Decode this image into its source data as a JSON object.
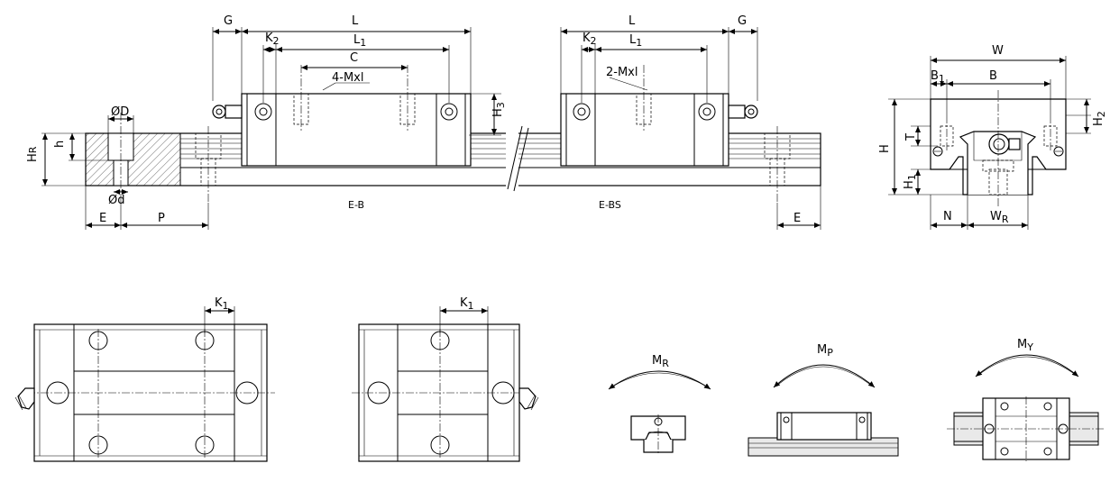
{
  "labels": {
    "G": "G",
    "L": "L",
    "K2": "K",
    "K2_sub": "2",
    "L1": "L",
    "L1_sub": "1",
    "C": "C",
    "mxl4": "4-Mxl",
    "mxl2": "2-Mxl",
    "H3": "H",
    "H3_sub": "3",
    "phiD": "ØD",
    "phid": "Ød",
    "h": "h",
    "HR": "H",
    "HR_sub": "R",
    "E": "E",
    "P": "P",
    "EB": "E-B",
    "EBS": "E-BS",
    "W": "W",
    "B1": "B",
    "B1_sub": "1",
    "B": "B",
    "T": "T",
    "H2": "H",
    "H2_sub": "2",
    "H": "H",
    "H1": "H",
    "H1_sub": "1",
    "N": "N",
    "WR": "W",
    "WR_sub": "R",
    "K1": "K",
    "K1_sub": "1",
    "MR": "M",
    "MR_sub": "R",
    "MP": "M",
    "MP_sub": "P",
    "MY": "M",
    "MY_sub": "Y"
  }
}
